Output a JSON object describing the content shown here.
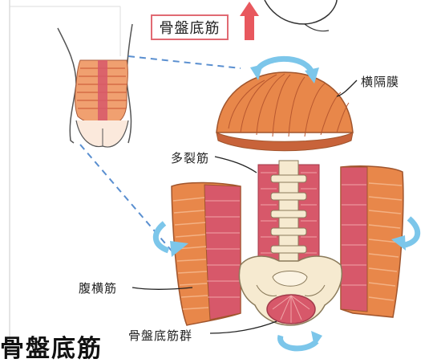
{
  "callout": {
    "label": "骨盤底筋"
  },
  "labels": {
    "diaphragm": "横隔膜",
    "multifidus": "多裂筋",
    "transversus": "腹横筋",
    "pelvic_floor": "骨盤底筋群"
  },
  "heading": {
    "text": "骨盤底筋"
  },
  "colors": {
    "muscle": "#e8874a",
    "muscle_light": "#f3b184",
    "muscle_dark": "#c8633a",
    "muscle_red": "#d7586a",
    "bone": "#f6ead0",
    "arrow_blue": "#7cc6ea",
    "arrow_red": "#e8585e",
    "frame": "#d9d9d9"
  }
}
